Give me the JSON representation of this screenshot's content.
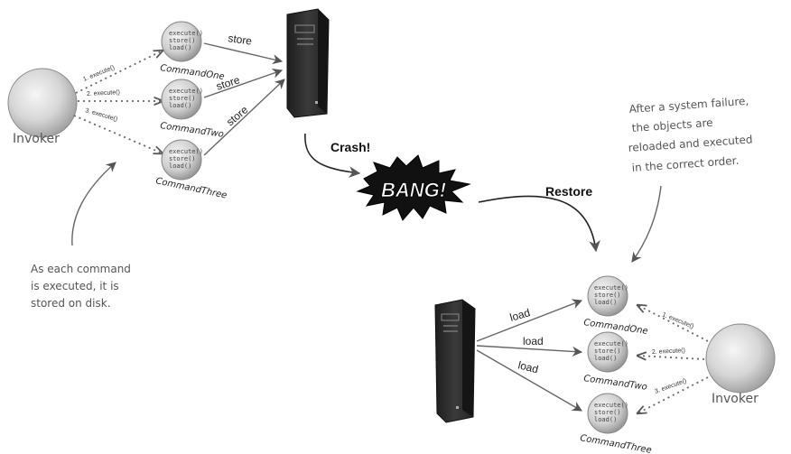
{
  "left": {
    "invoker": "Invoker",
    "calls": [
      "1. execute()",
      "2. execute()",
      "3. execute()"
    ],
    "commands": [
      {
        "name": "CommandOne",
        "methods": [
          "execute()",
          "store()",
          "load()"
        ]
      },
      {
        "name": "CommandTwo",
        "methods": [
          "execute()",
          "store()",
          "load()"
        ]
      },
      {
        "name": "CommandThree",
        "methods": [
          "execute()",
          "store()",
          "load()"
        ]
      }
    ],
    "edge_labels": [
      "store",
      "store",
      "store"
    ],
    "note": [
      "As each command",
      "is executed, it is",
      "stored on disk."
    ]
  },
  "crash_label": "Crash!",
  "bang_text": "BANG!",
  "restore_label": "Restore",
  "right": {
    "invoker": "Invoker",
    "calls": [
      "1. execute()",
      "2. execute()",
      "3. execute()"
    ],
    "commands": [
      {
        "name": "CommandOne",
        "methods": [
          "execute()",
          "store()",
          "load()"
        ]
      },
      {
        "name": "CommandTwo",
        "methods": [
          "execute()",
          "store()",
          "load()"
        ]
      },
      {
        "name": "CommandThree",
        "methods": [
          "execute()",
          "store()",
          "load()"
        ]
      }
    ],
    "edge_labels": [
      "load",
      "load",
      "load"
    ],
    "note": [
      "After a system failure,",
      "the objects are",
      "reloaded and executed",
      "in the correct order."
    ]
  },
  "colors": {
    "sphere_light": "#eeeeee",
    "sphere_dark": "#9a9a9a",
    "server_dark": "#2a2a2a",
    "arrow": "#555555",
    "bang_fill": "#111111",
    "bang_text": "#ffffff"
  }
}
